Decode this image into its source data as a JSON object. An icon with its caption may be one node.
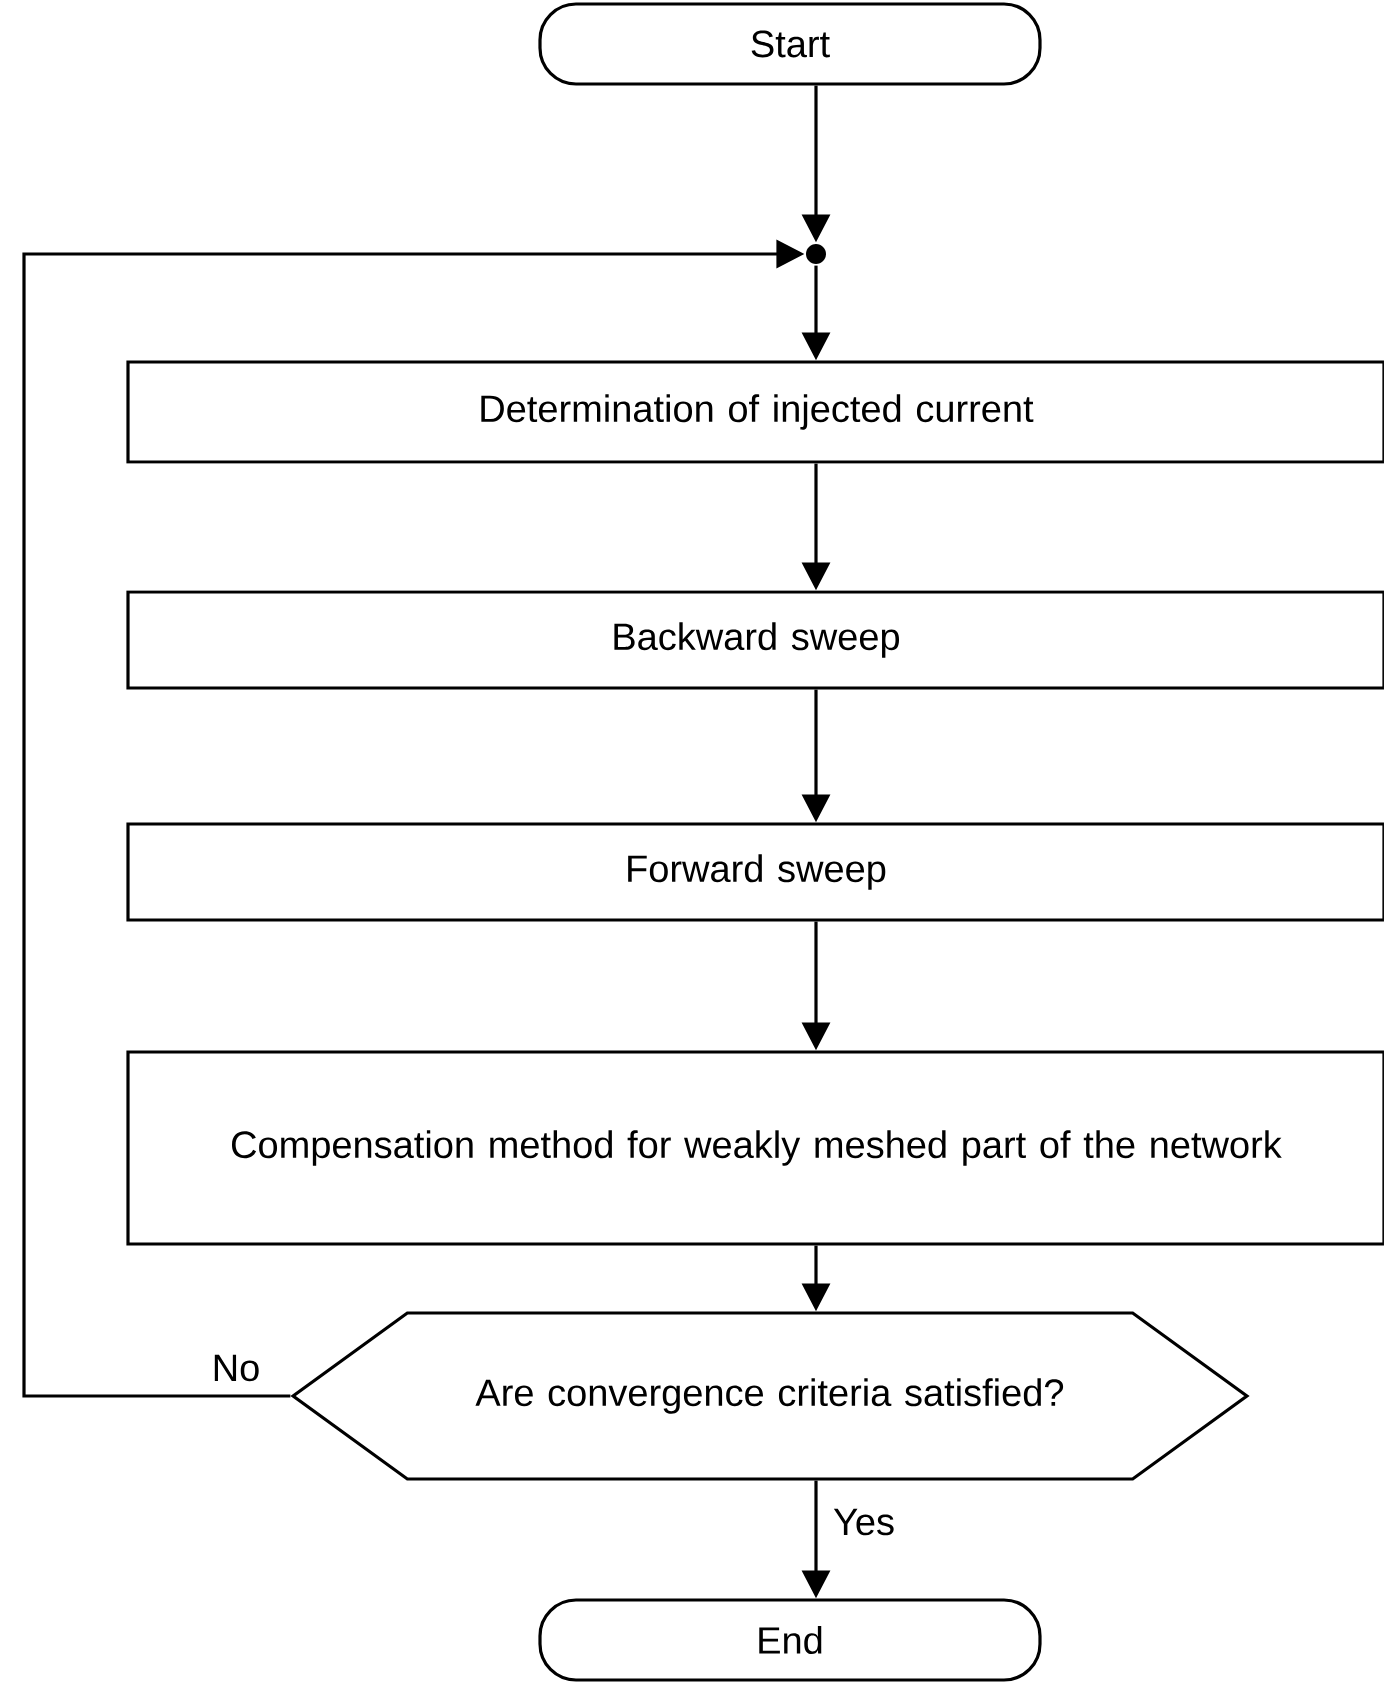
{
  "diagram": {
    "nodes": [
      {
        "text": [
          "Start"
        ]
      },
      {
        "text": [],
        "shape": "circle"
      },
      {
        "text": [
          "Determination of injected current"
        ]
      },
      {
        "text": [
          "Backward sweep"
        ]
      },
      {
        "text": [
          "Forward sweep"
        ]
      },
      {
        "text": [
          "Compensation method for weakly meshed part of the network"
        ]
      },
      {
        "text": [
          "Are convergence criteria satisfied?"
        ]
      },
      {
        "text": [
          "End"
        ]
      }
    ],
    "edges": [
      {
        "from": 0,
        "to": 1,
        "arrow": "to"
      },
      {
        "from": 1,
        "to": 2,
        "arrow": "to"
      },
      {
        "from": 2,
        "to": 3,
        "arrow": "to"
      },
      {
        "from": 3,
        "to": 4,
        "arrow": "to"
      },
      {
        "from": 4,
        "to": 5,
        "arrow": "to"
      },
      {
        "from": 5,
        "to": 6,
        "arrow": "to"
      },
      {
        "from": 6,
        "to": 7,
        "arrow": "to",
        "label": "Yes"
      },
      {
        "from": 6,
        "to": 1,
        "arrow": "to",
        "label": "No"
      }
    ]
  }
}
